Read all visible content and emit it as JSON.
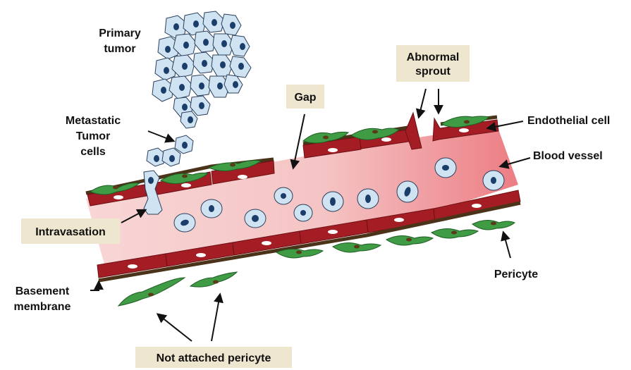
{
  "labels": {
    "primary_tumor_line1": "Primary",
    "primary_tumor_line2": "tumor",
    "metastatic_line1": "Metastatic",
    "metastatic_line2": "Tumor",
    "metastatic_line3": "cells",
    "abnormal_sprout_line1": "Abnormal",
    "abnormal_sprout_line2": "sprout",
    "gap": "Gap",
    "endothelial_cell": "Endothelial cell",
    "blood_vessel": "Blood vessel",
    "intravasation": "Intravasation",
    "pericyte": "Pericyte",
    "basement_membrane_line1": "Basement",
    "basement_membrane_line2": "membrane",
    "not_attached_pericyte": "Not attached pericyte"
  },
  "colors": {
    "lumen_light": "#f5c9c9",
    "lumen_dark": "#ee7f86",
    "endothelium": "#a51d24",
    "basement_membrane": "#4a3318",
    "pericyte": "#3f9b44",
    "tumor_cell": "#cfe3f3",
    "nucleus": "#1b3d6a",
    "label_box": "#efe6cf"
  }
}
